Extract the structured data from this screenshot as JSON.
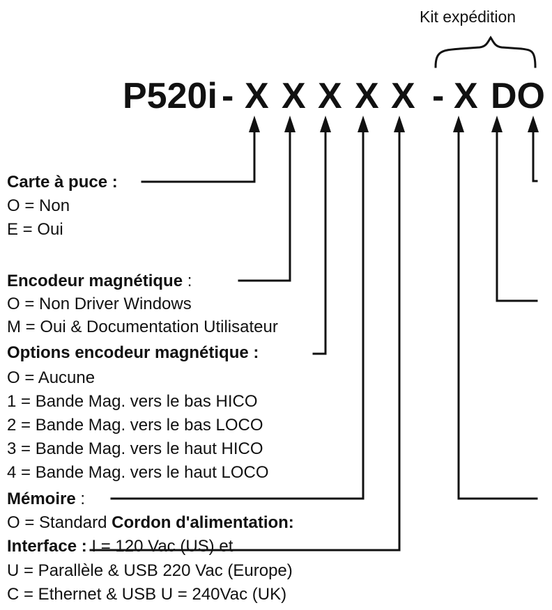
{
  "kit_label": "Kit expédition",
  "model": {
    "prefix": "P520i",
    "sep1": "-",
    "x1": "X",
    "x2": "X",
    "x3": "X",
    "x4": "X",
    "x5": "X",
    "sep2": "-",
    "x6": "X",
    "tail": "DO"
  },
  "carte": {
    "title": "Carte à puce :",
    "opt1": "O = Non",
    "opt2": "E = Oui"
  },
  "encodeur": {
    "title": "Encodeur magnétique",
    "title_colon": ":",
    "opt1": "O = Non Driver Windows",
    "opt2": "M = Oui &  Documentation Utilisateur"
  },
  "options_encodeur": {
    "title": "Options encodeur magnétique :",
    "opt0": "O = Aucune",
    "opt1": "1 = Bande Mag. vers le bas HICO",
    "opt2": "2 = Bande Mag. vers le bas LOCO",
    "opt3": "3 = Bande Mag. vers le haut HICO",
    "opt4": "4 = Bande Mag. vers le haut LOCO"
  },
  "memoire": {
    "title": "Mémoire",
    "title_colon": ":",
    "opt1_code": "O = Standard",
    "cordon_title": "Cordon d'alimentation:"
  },
  "interface": {
    "title": "Interface :",
    "cordon1": "I = 120 Vac (US) et",
    "opt_u": "U = Parallèle & USB",
    "cordon2": "220 Vac (Europe)",
    "opt_c": "C = Ethernet & USB",
    "cordon3": "U = 240Vac (UK)"
  }
}
